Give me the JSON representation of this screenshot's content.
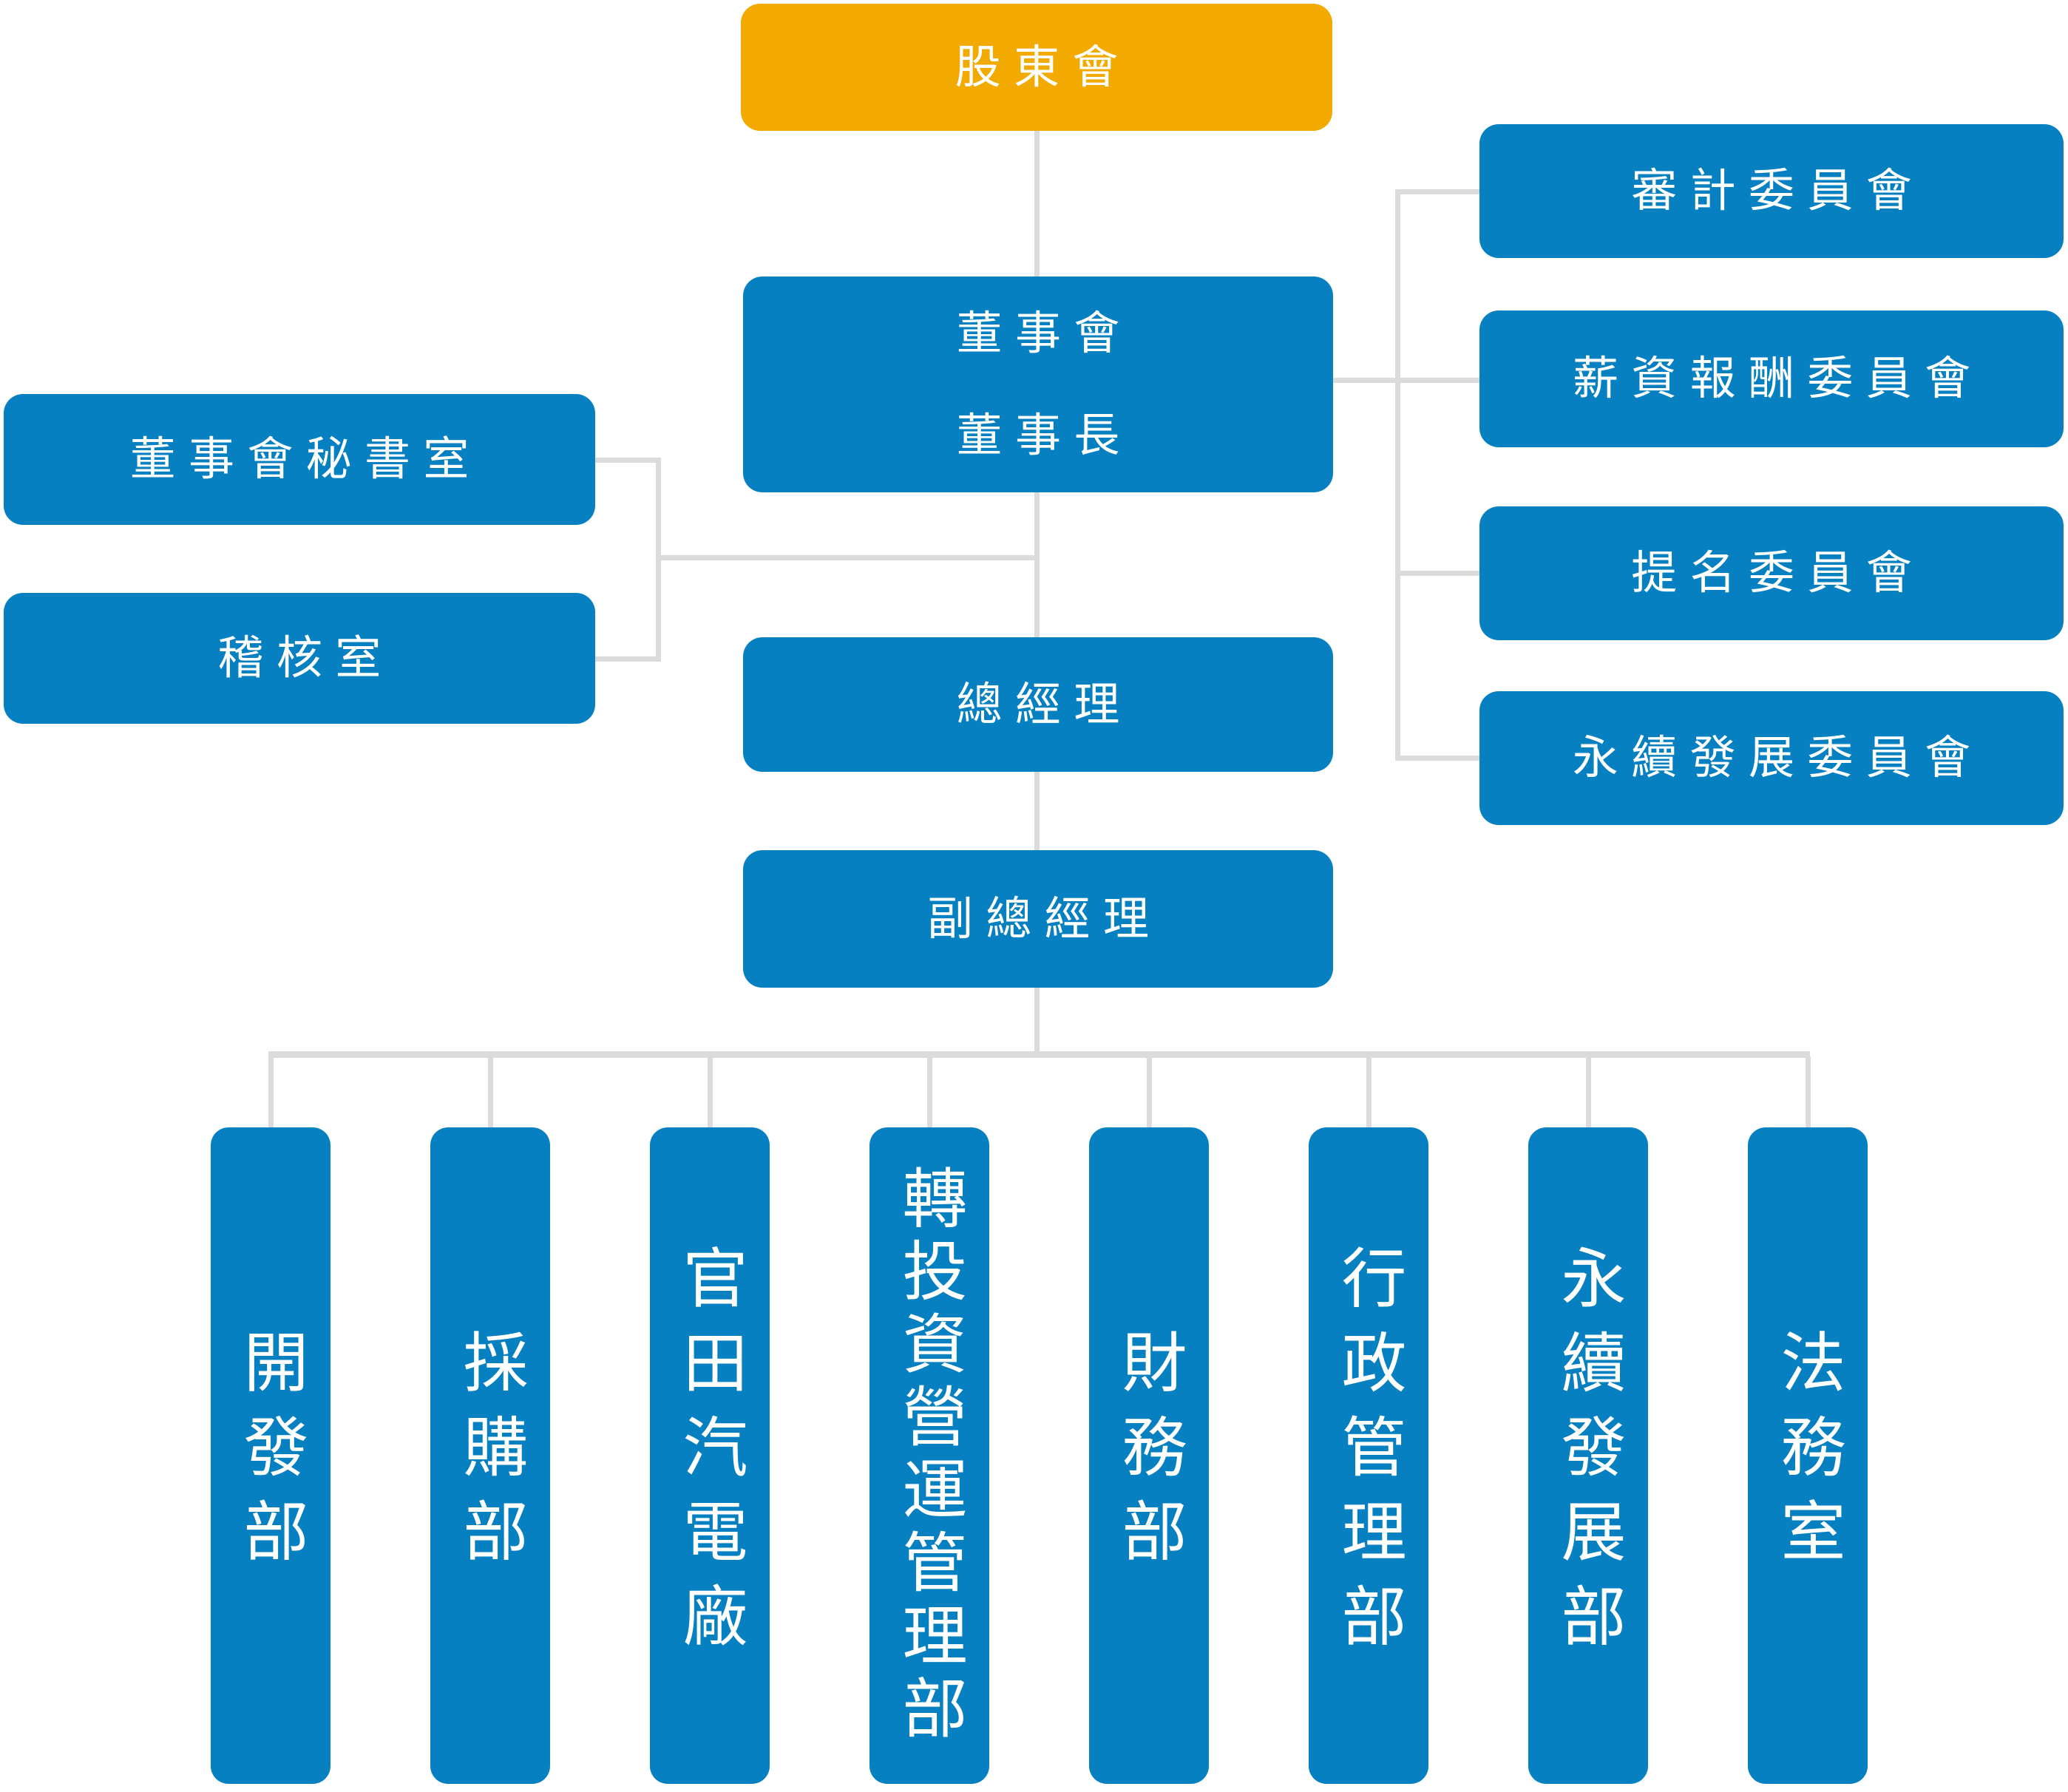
{
  "org_chart": {
    "shareholders": {
      "label": "股東會"
    },
    "board": {
      "line1": "董事會",
      "line2": "董事長"
    },
    "staff_units": [
      {
        "label": "董事會秘書室"
      },
      {
        "label": "稽核室"
      }
    ],
    "committees": [
      {
        "label": "審計委員會"
      },
      {
        "label": "薪資報酬委員會"
      },
      {
        "label": "提名委員會"
      },
      {
        "label": "永續發展委員會"
      }
    ],
    "general_manager": {
      "label": "總經理"
    },
    "deputy_general_manager": {
      "label": "副總經理"
    },
    "departments": [
      {
        "label": "開發部"
      },
      {
        "label": "採購部"
      },
      {
        "label": "官田汽電廠"
      },
      {
        "label": "轉投資營運管理部"
      },
      {
        "label": "財務部"
      },
      {
        "label": "行政管理部"
      },
      {
        "label": "永續發展部"
      },
      {
        "label": "法務室"
      }
    ]
  },
  "colors": {
    "root_box": "#F2A900",
    "node_box": "#0780C2",
    "connector": "#DBDBDB",
    "label_text": "#FFFFFF"
  }
}
